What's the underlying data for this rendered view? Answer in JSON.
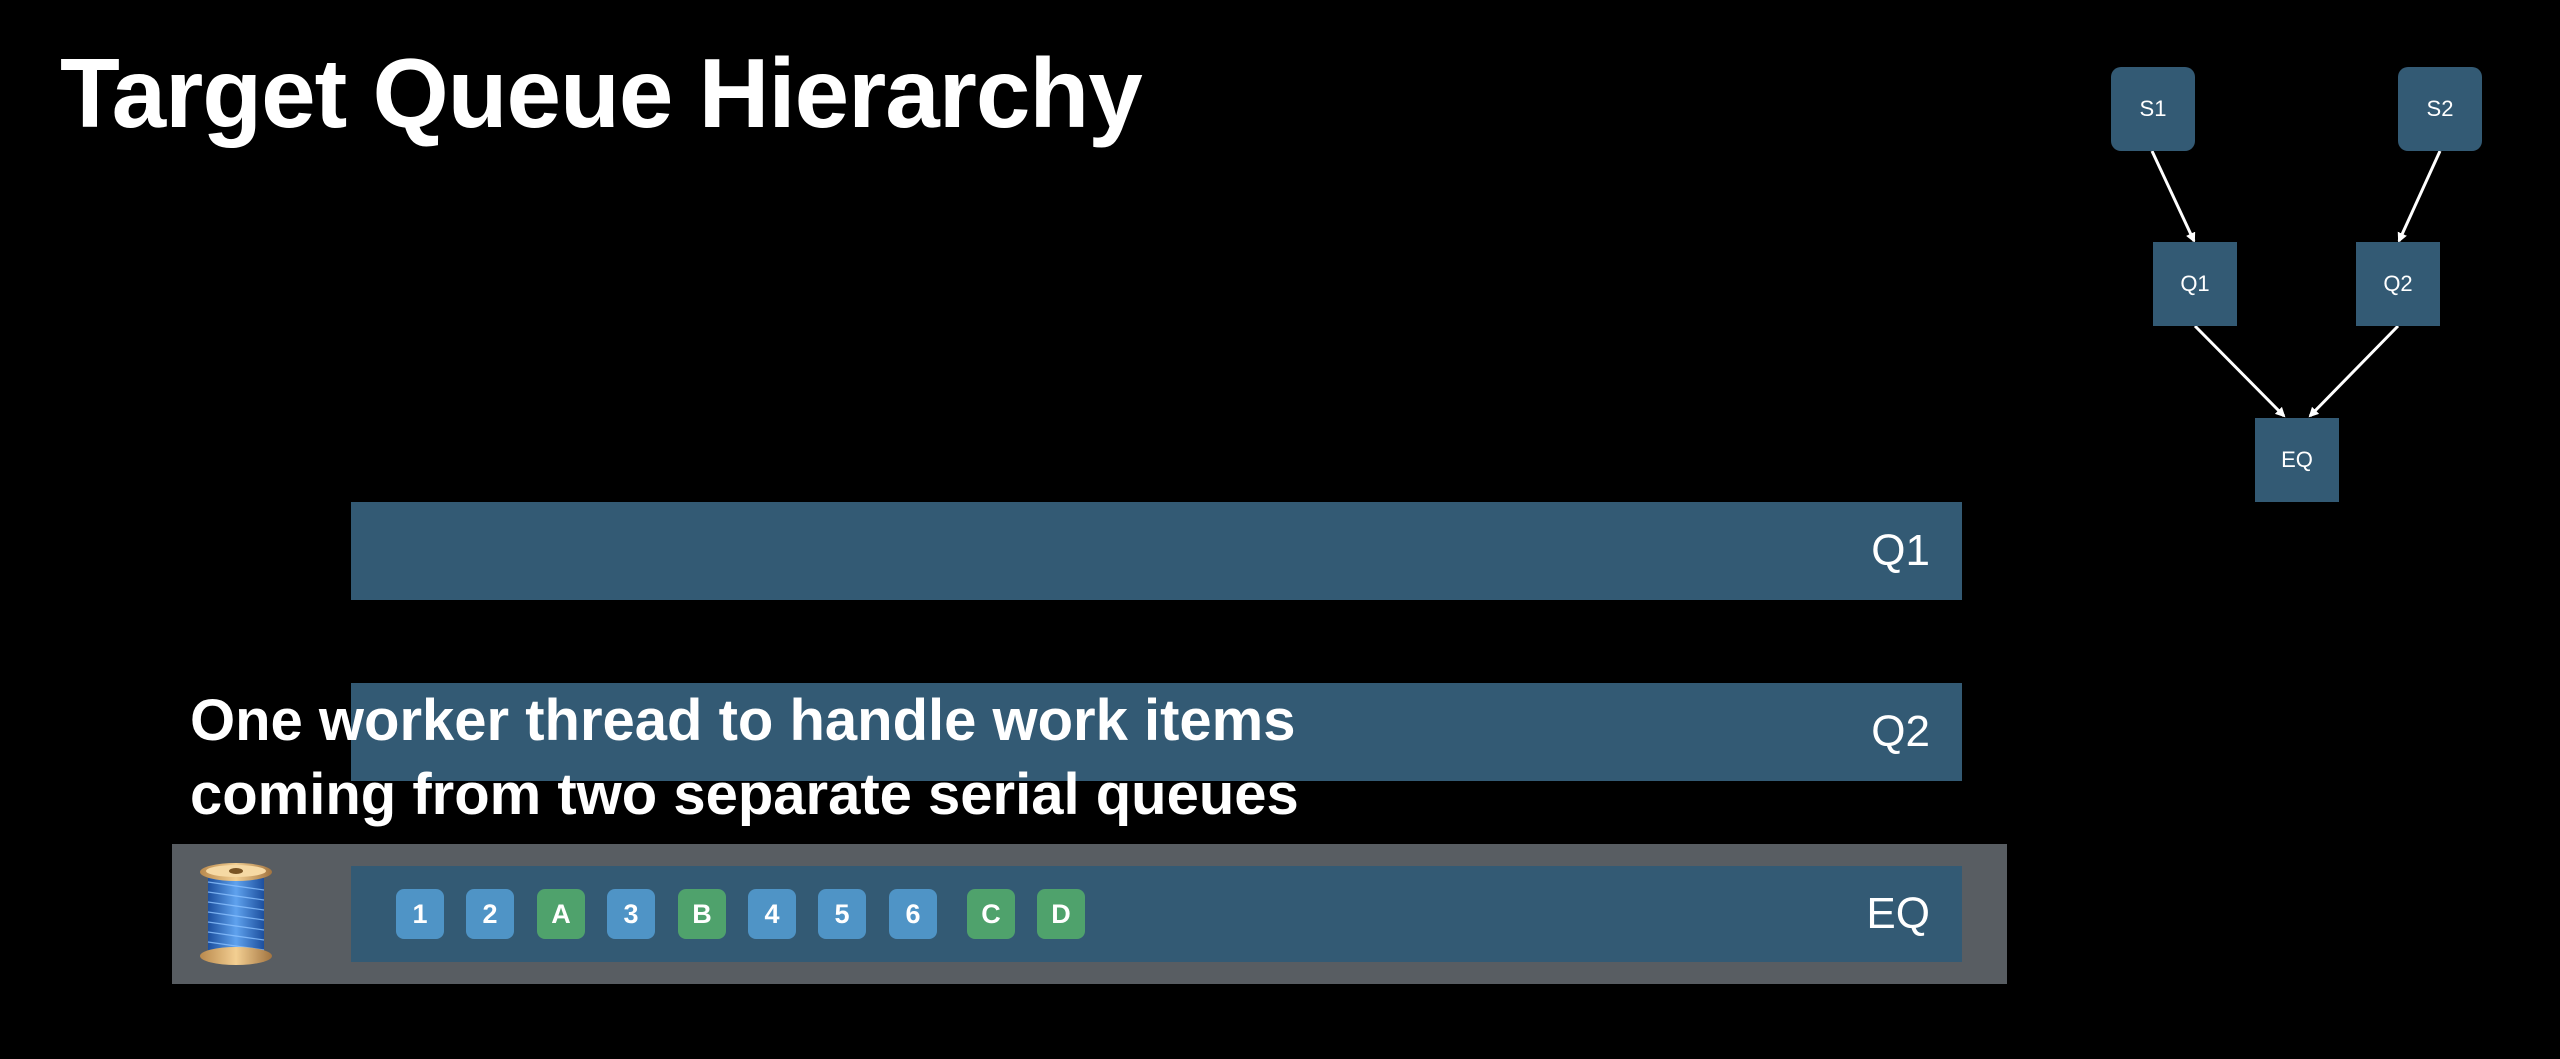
{
  "slide": {
    "title": "Target Queue Hierarchy",
    "caption": [
      "One worker thread to handle work items",
      "coming from two separate serial queues"
    ]
  },
  "lanes": {
    "q1": {
      "label": "Q1"
    },
    "q2": {
      "label": "Q2"
    },
    "eq": {
      "label": "EQ",
      "thread_icon": "thread-spool-icon",
      "items": [
        {
          "label": "1",
          "source": "blue"
        },
        {
          "label": "2",
          "source": "blue"
        },
        {
          "label": "A",
          "source": "green"
        },
        {
          "label": "3",
          "source": "blue"
        },
        {
          "label": "B",
          "source": "green"
        },
        {
          "label": "4",
          "source": "blue"
        },
        {
          "label": "5",
          "source": "blue"
        },
        {
          "label": "6",
          "source": "blue"
        },
        {
          "label": "C",
          "source": "green"
        },
        {
          "label": "D",
          "source": "green"
        }
      ]
    }
  },
  "hierarchy": {
    "nodes": {
      "s1": "S1",
      "s2": "S2",
      "q1": "Q1",
      "q2": "Q2",
      "eq": "EQ"
    },
    "edges": [
      [
        "S1",
        "Q1"
      ],
      [
        "S2",
        "Q2"
      ],
      [
        "Q1",
        "EQ"
      ],
      [
        "Q2",
        "EQ"
      ]
    ]
  },
  "colors": {
    "background": "#000000",
    "queue": "#335a74",
    "thread": "#585d62",
    "item_blue": "#4f94c6",
    "item_green": "#4fa26c"
  }
}
